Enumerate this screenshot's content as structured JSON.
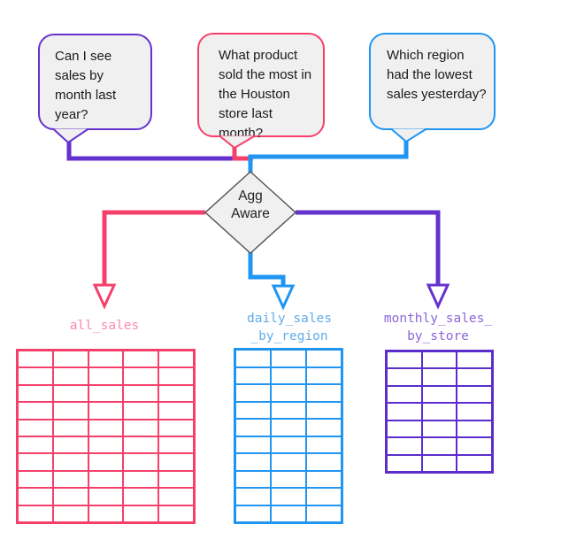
{
  "colors": {
    "purple": "#6432cf",
    "pink": "#f5406c",
    "blue": "#2095f2",
    "table_purple": "#5b2ecc",
    "label_pink": "#f98bab",
    "label_blue": "#63abe9",
    "label_purple": "#8a66d8",
    "diamond_border": "#595959",
    "diamond_fill": "#f0f0f0",
    "bubble_fill": "#f0f0f0"
  },
  "bubbles": [
    {
      "id": "sales-by-month",
      "text": "Can I see sales by month last year?",
      "color_key": "purple"
    },
    {
      "id": "houston-top-product",
      "text": "What product sold the most in the Houston store last month?",
      "color_key": "pink"
    },
    {
      "id": "lowest-sales-region",
      "text": "Which region had the lowest sales yesterday?",
      "color_key": "blue"
    }
  ],
  "diamond": {
    "label": "Agg Aware"
  },
  "tables": [
    {
      "name": "all_sales",
      "label_lines": [
        "all_sales"
      ],
      "columns": 5,
      "rows": 10,
      "color_key": "pink",
      "label_color_key": "label_pink"
    },
    {
      "name": "daily_sales_by_region",
      "label_lines": [
        "daily_sales",
        "_by_region"
      ],
      "columns": 3,
      "rows": 10,
      "color_key": "blue",
      "label_color_key": "label_blue"
    },
    {
      "name": "monthly_sales_by_store",
      "label_lines": [
        "monthly_sales_",
        "by_store"
      ],
      "columns": 3,
      "rows": 7,
      "color_key": "table_purple",
      "label_color_key": "label_purple"
    }
  ]
}
